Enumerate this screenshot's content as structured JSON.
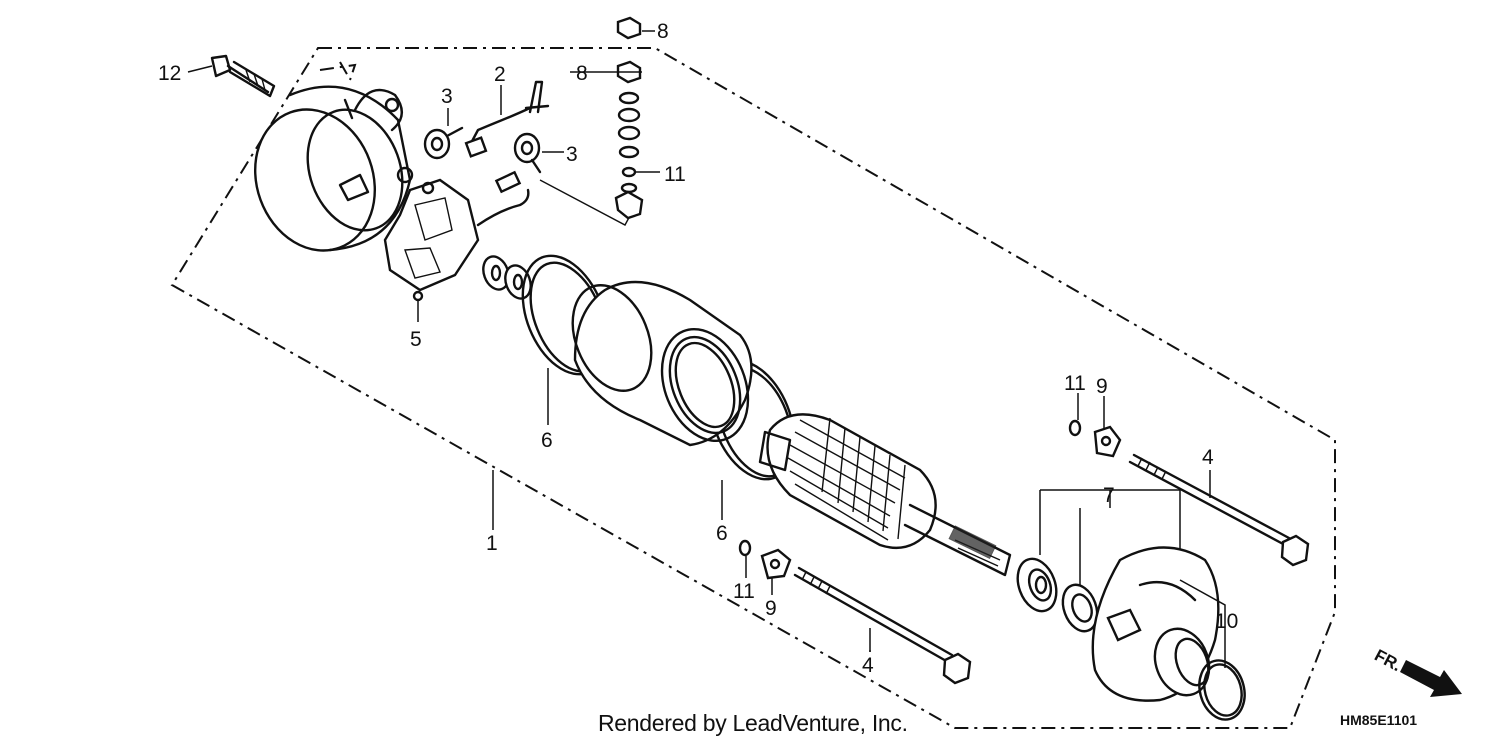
{
  "callouts": {
    "c1": "1",
    "c2": "2",
    "c3a": "3",
    "c3b": "3",
    "c4a": "4",
    "c4b": "4",
    "c5": "5",
    "c6a": "6",
    "c6b": "6",
    "c7": "7",
    "c8a": "8",
    "c8b": "8",
    "c9a": "9",
    "c9b": "9",
    "c10": "10",
    "c11a": "11",
    "c11b": "11",
    "c11c": "11",
    "c12": "12"
  },
  "footer": {
    "credit": "Rendered by LeadVenture, Inc.",
    "diagram_code": "HM85E1101",
    "direction_marker": "FR."
  }
}
